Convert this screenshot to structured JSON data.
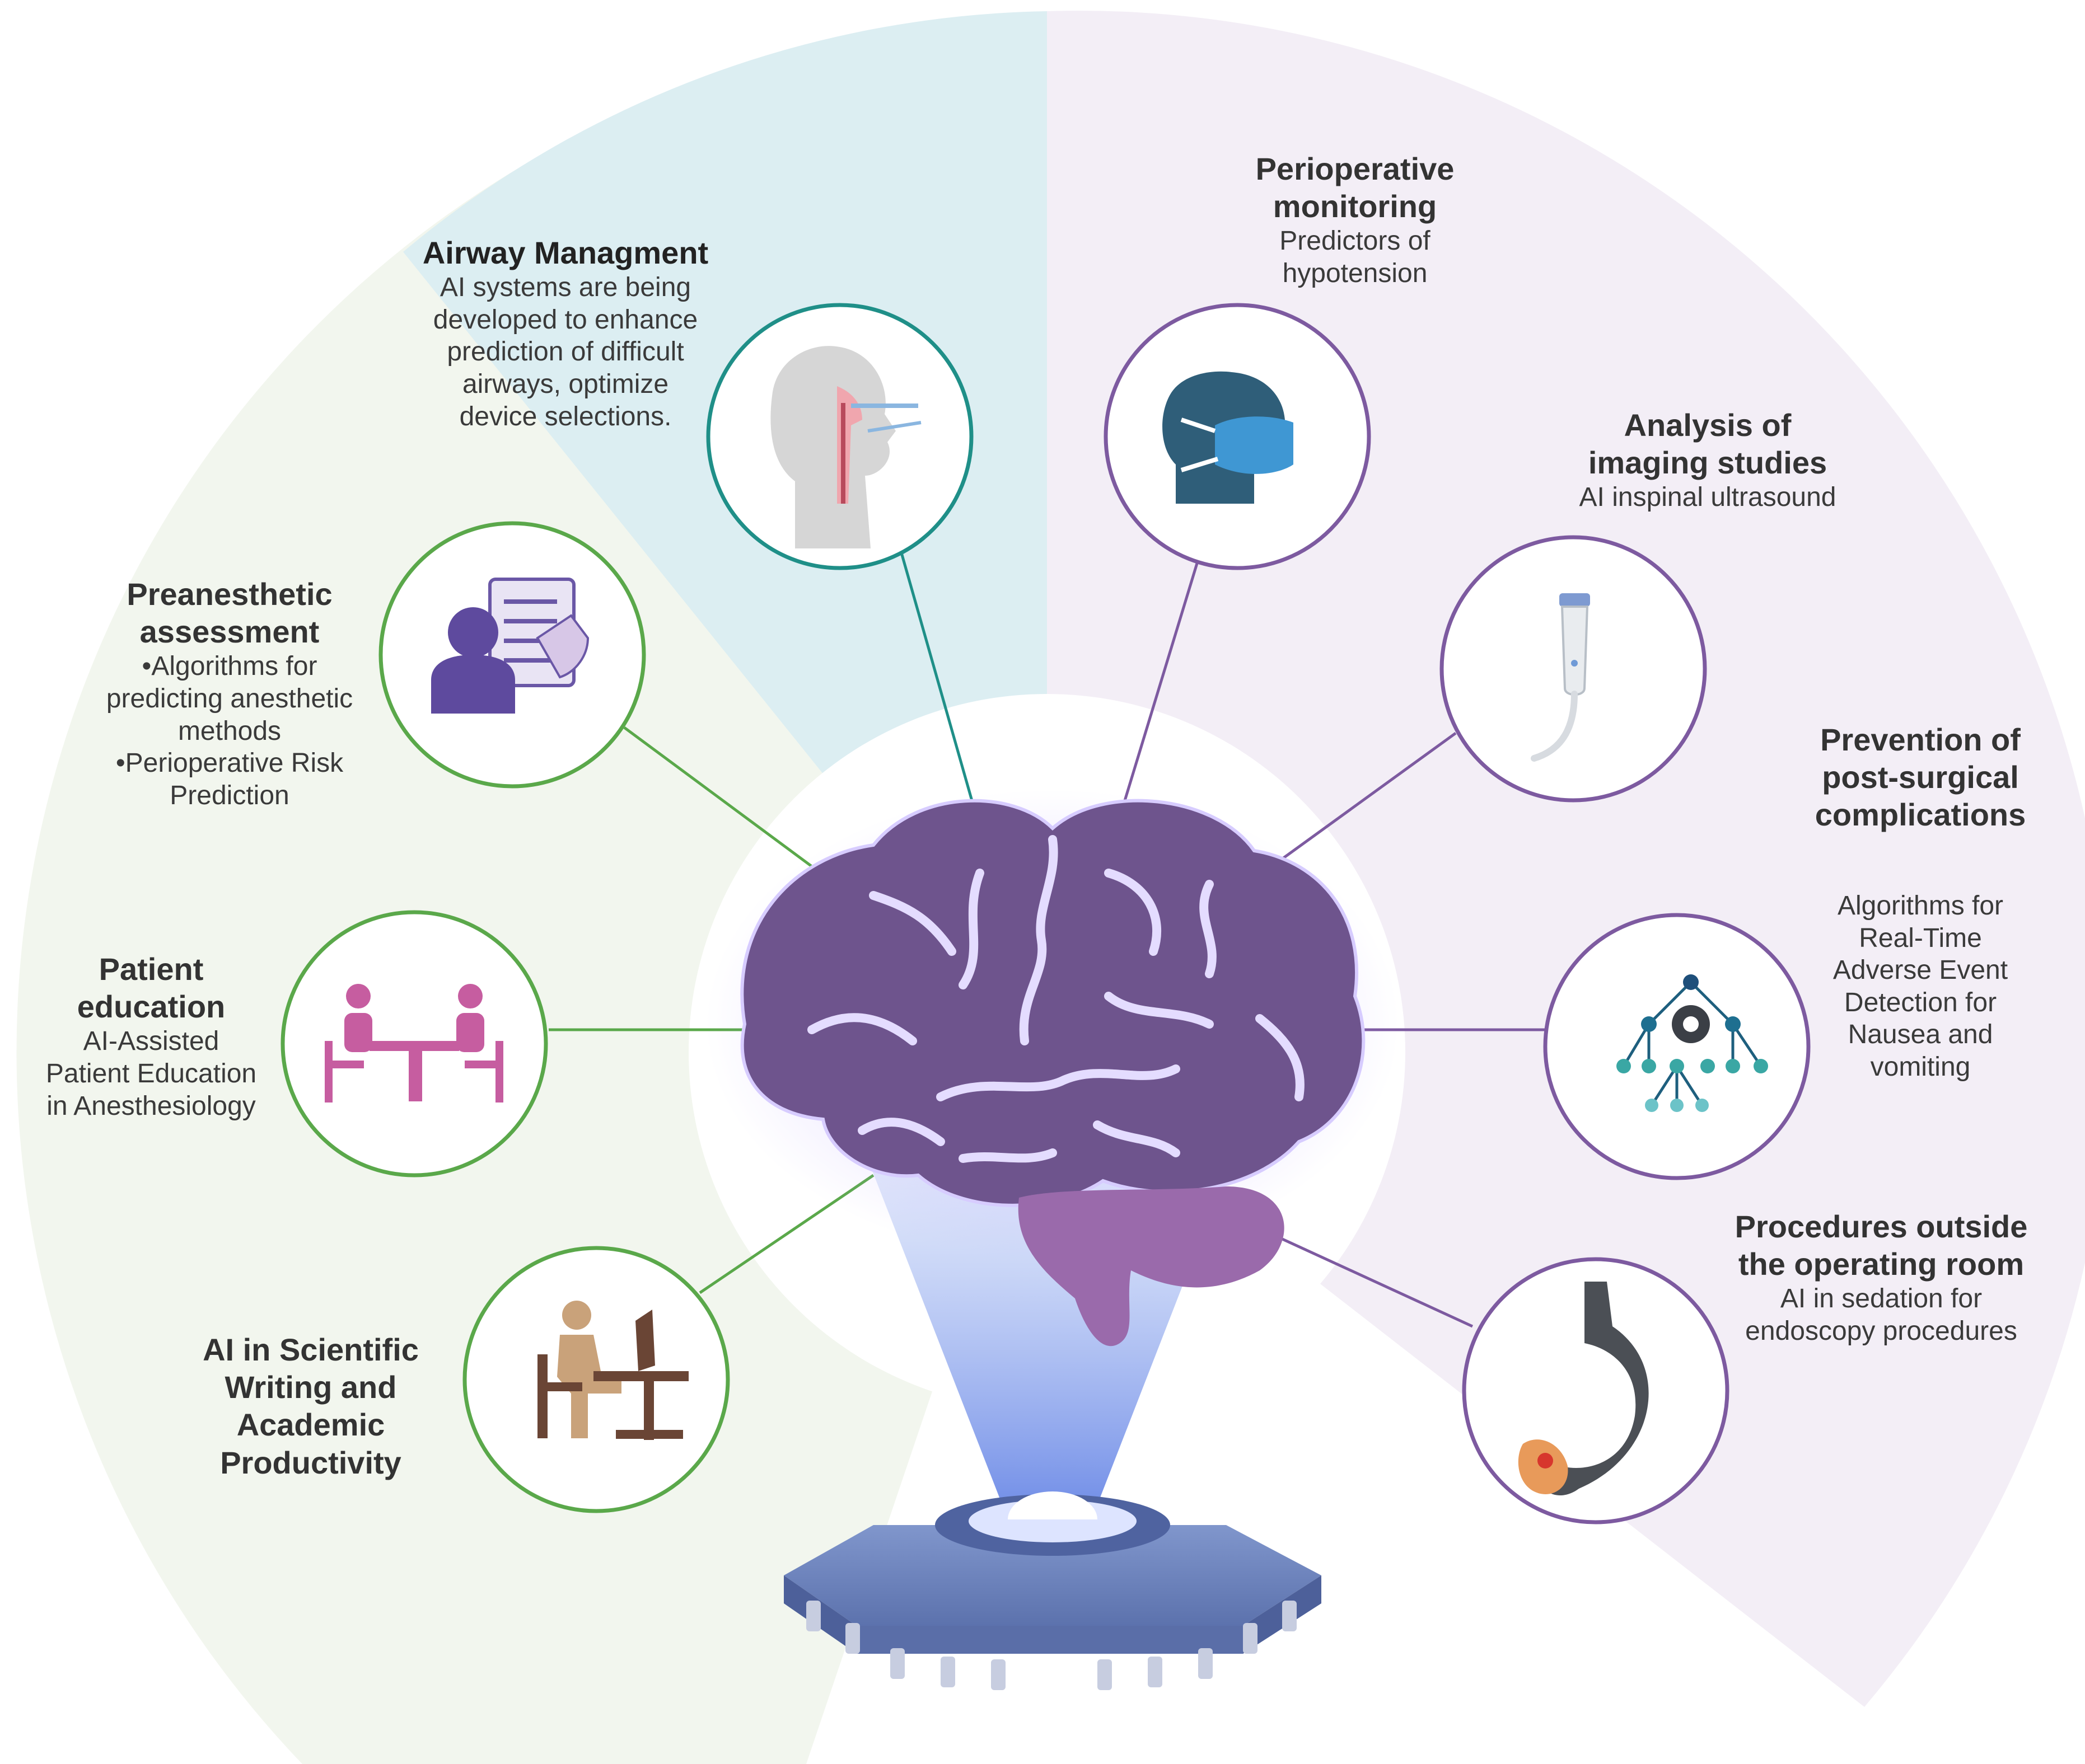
{
  "colors": {
    "green_ring": "#5aa84a",
    "teal_ring": "#1f8f88",
    "purple_ring": "#7d5aa0",
    "green_bg": "#f2f6ee",
    "blue_bg": "#dceef2",
    "lavender_bg": "#f3eef6",
    "brain": "#6e548d",
    "cerebellum": "#9a6aab",
    "chip": "#6d82b8"
  },
  "items": [
    {
      "key": "airway",
      "title": [
        "Airway Managment"
      ],
      "lines": [
        "AI systems are being",
        "developed to enhance",
        "prediction of difficult",
        "airways, optimize",
        "device selections."
      ],
      "icon": "airway-intubation-icon"
    },
    {
      "key": "preanesthetic",
      "title": [
        "Preanesthetic",
        "assessment"
      ],
      "lines": [
        "•Algorithms for",
        "predicting anesthetic",
        "methods",
        "•Perioperative Risk",
        "Prediction"
      ],
      "icon": "checklist-patient-icon"
    },
    {
      "key": "education",
      "title": [
        "Patient",
        "education"
      ],
      "lines": [
        "AI-Assisted",
        "Patient Education",
        "in Anesthesiology"
      ],
      "icon": "consultation-table-icon"
    },
    {
      "key": "writing",
      "title": [
        "AI in Scientific",
        "Writing and",
        "Academic",
        "Productivity"
      ],
      "lines": [],
      "icon": "person-at-computer-icon"
    },
    {
      "key": "monitoring",
      "title": [
        "Perioperative",
        "monitoring"
      ],
      "lines": [
        "Predictors of",
        "hypotension"
      ],
      "icon": "masked-head-icon"
    },
    {
      "key": "imaging",
      "title": [
        "Analysis of",
        "imaging studies"
      ],
      "lines": [
        "AI inspinal ultrasound"
      ],
      "icon": "ultrasound-probe-icon"
    },
    {
      "key": "prevention",
      "title": [
        "Prevention of",
        "post-surgical",
        "complications"
      ],
      "lines": [],
      "icon": "decision-tree-gear-icon"
    },
    {
      "key": "prevention_detail",
      "title": [],
      "lines": [
        "Algorithms for",
        "Real-Time",
        "Adverse Event",
        "Detection for",
        "Nausea and",
        "vomiting"
      ],
      "icon": ""
    },
    {
      "key": "procedures",
      "title": [
        "Procedures outside",
        "the operating room"
      ],
      "lines": [
        "AI in sedation for",
        "endoscopy procedures"
      ],
      "icon": "endoscopy-stomach-icon"
    }
  ]
}
